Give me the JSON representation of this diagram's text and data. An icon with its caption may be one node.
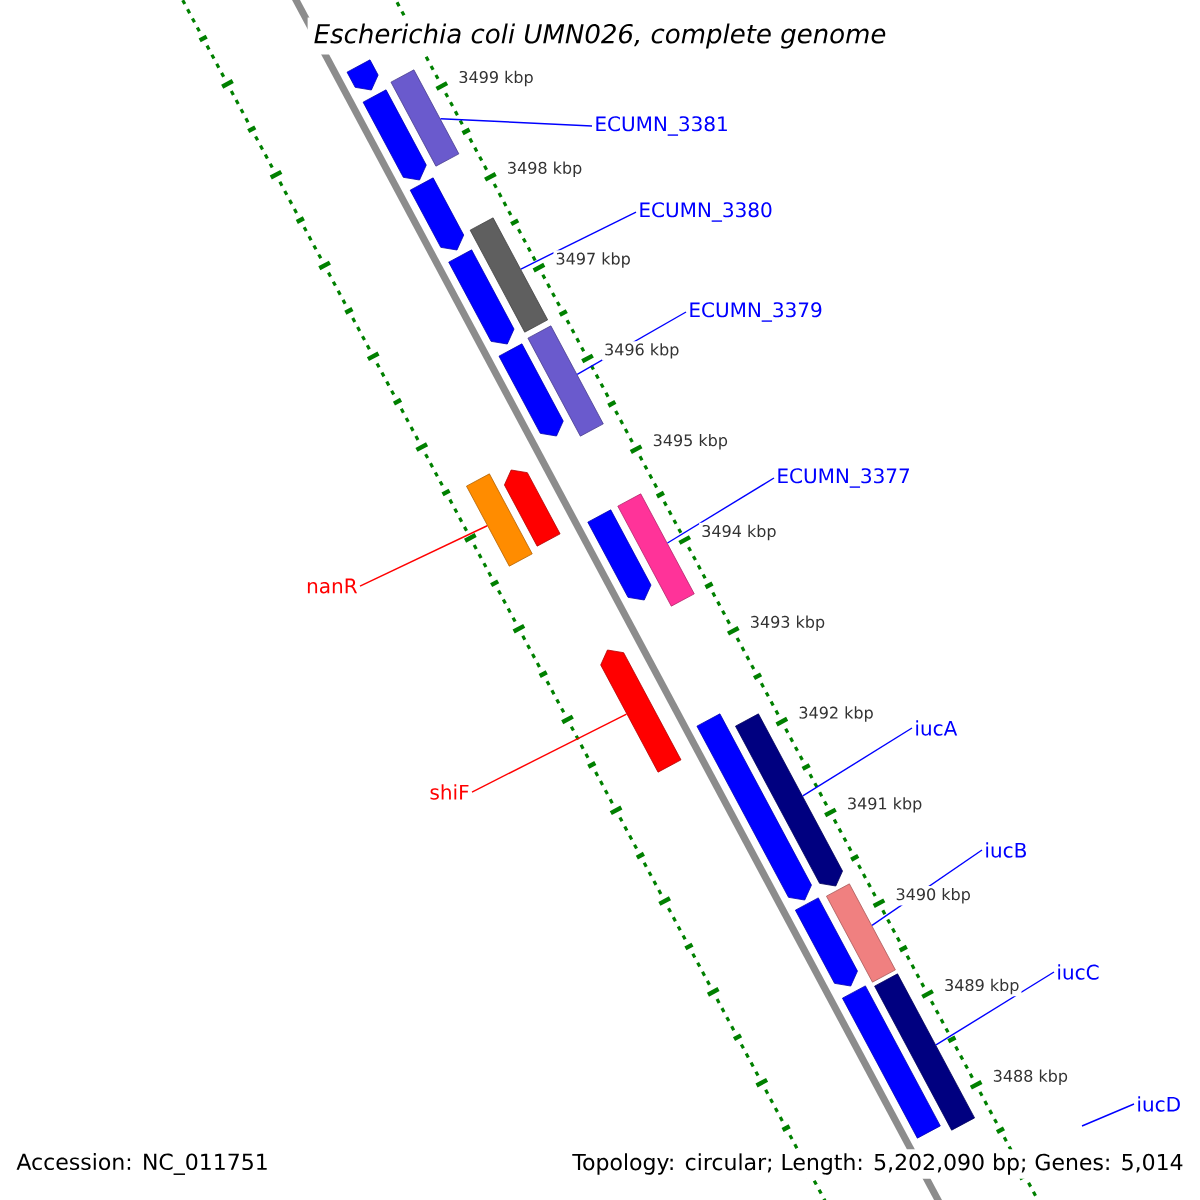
{
  "diagram": {
    "title": "Escherichia coli UMN026, complete genome",
    "nodes": [
      {
        "text": [
          "ECUMN_3381"
        ]
      },
      {
        "text": [
          "ECUMN_3380"
        ]
      },
      {
        "text": [
          "ECUMN_3379"
        ]
      },
      {
        "text": [
          "ECUMN_3377"
        ]
      },
      {
        "text": [
          "nanR"
        ]
      },
      {
        "text": [
          "shiF"
        ]
      },
      {
        "text": [
          "iucA"
        ]
      },
      {
        "text": [
          "iucB"
        ]
      },
      {
        "text": [
          "iucC"
        ]
      },
      {
        "text": [
          "iucD"
        ]
      },
      {
        "text": [],
        "shape": "bar"
      },
      {
        "text": [],
        "shape": "bar"
      },
      {
        "text": [],
        "shape": "bar"
      },
      {
        "text": [],
        "shape": "bar"
      },
      {
        "text": [],
        "shape": "bar"
      },
      {
        "text": [],
        "shape": "bar"
      },
      {
        "text": [],
        "shape": "bar"
      },
      {
        "text": [],
        "shape": "bar"
      },
      {
        "text": [],
        "shape": "bar"
      },
      {
        "text": [],
        "shape": "bar"
      },
      {
        "text": [],
        "shape": "bar"
      },
      {
        "text": [],
        "shape": "bar"
      },
      {
        "text": [],
        "shape": "bar"
      },
      {
        "text": [],
        "shape": "bar"
      },
      {
        "text": [],
        "shape": "bar"
      },
      {
        "text": [],
        "shape": "bar"
      },
      {
        "text": [],
        "shape": "bar"
      },
      {
        "text": [],
        "shape": "bar"
      },
      {
        "text": [],
        "shape": "bar"
      }
    ],
    "edges": [
      {
        "from": 0,
        "to": 11,
        "arrow": "none"
      },
      {
        "from": 1,
        "to": 14,
        "arrow": "none"
      },
      {
        "from": 2,
        "to": 16,
        "arrow": "none"
      },
      {
        "from": 3,
        "to": 20,
        "arrow": "none"
      },
      {
        "from": 4,
        "to": 19,
        "arrow": "none",
        "color": "#ff0000"
      },
      {
        "from": 5,
        "to": 22,
        "arrow": "none",
        "color": "#ff0000"
      },
      {
        "from": 6,
        "to": 24,
        "arrow": "none"
      },
      {
        "from": 7,
        "to": 25,
        "arrow": "none"
      },
      {
        "from": 8,
        "to": 27,
        "arrow": "none"
      },
      {
        "from": 9,
        "to": null,
        "arrow": "none"
      }
    ],
    "labels": [
      "3499 kbp",
      "3498 kbp",
      "3497 kbp",
      "3496 kbp",
      "3495 kbp",
      "3494 kbp",
      "3493 kbp",
      "3492 kbp",
      "3491 kbp",
      "3490 kbp",
      "3489 kbp",
      "3488 kbp",
      "Accession: NC_011751",
      "Topology: circular; Length: 5,202,090 bp; Genes: 5,014"
    ]
  }
}
